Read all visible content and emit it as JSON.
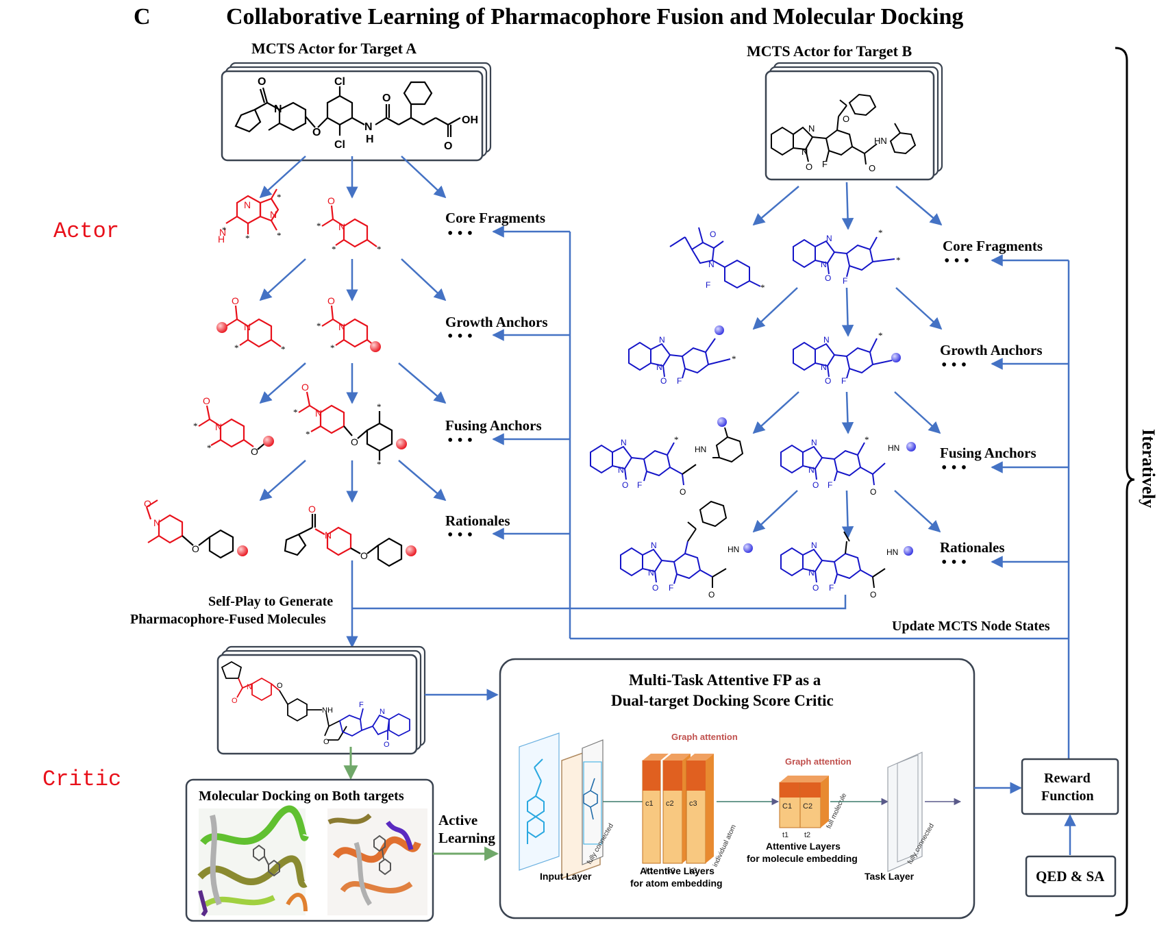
{
  "panel_letter": "C",
  "title": "Collaborative Learning of Pharmacophore Fusion and Molecular Docking",
  "actor_a_title": "MCTS Actor for Target A",
  "actor_b_title": "MCTS Actor for Target B",
  "row_labels": {
    "actor": "Actor",
    "critic": "Critic"
  },
  "levels_a": [
    "Core Fragments",
    "Growth Anchors",
    "Fusing Anchors",
    "Rationales"
  ],
  "levels_b": [
    "Core Fragments",
    "Growth Anchors",
    "Fusing Anchors",
    "Rationales"
  ],
  "ellipsis": "• • •",
  "selfplay": [
    "Self-Play to Generate",
    "Pharmacophore-Fused Molecules"
  ],
  "update_label": "Update MCTS Node States",
  "iteratively": "Iteratively",
  "docking_title": "Molecular Docking on Both targets",
  "active_learning": [
    "Active",
    "Learning"
  ],
  "critic_title": [
    "Multi-Task Attentive FP as a",
    "Dual-target Docking Score Critic"
  ],
  "nn": {
    "graph_attention": "Graph attention",
    "input_layer": "Input Layer",
    "atom_layers": [
      "Attentive Layers",
      "for atom embedding"
    ],
    "mol_layers": [
      "Attentive Layers",
      "for molecule embedding"
    ],
    "task_layer": "Task Layer",
    "fully_connected": "fully connected",
    "individual_atom": "individual atom",
    "full_molecule": "full molecule",
    "c_labels": [
      "c1",
      "c2",
      "c3"
    ],
    "k_labels": [
      "k1",
      "k2",
      "k3"
    ],
    "C_labels": [
      "C1",
      "C2"
    ],
    "t_labels": [
      "t1",
      "t2"
    ]
  },
  "reward_function": [
    "Reward",
    "Function"
  ],
  "qed_sa": "QED & SA",
  "atoms": {
    "O": "O",
    "N": "N",
    "Cl": "Cl",
    "H": "H",
    "OH": "OH",
    "F": "F",
    "NH": "NH",
    "HN": "HN",
    "star": "*"
  },
  "colors": {
    "arrow": "#4472c4",
    "green_arrow": "#70a86a",
    "red": "#e8101a",
    "blue": "#1414c8",
    "box": "#3a4350",
    "orange": "#f0a040",
    "cyan": "#2aa8e0"
  }
}
